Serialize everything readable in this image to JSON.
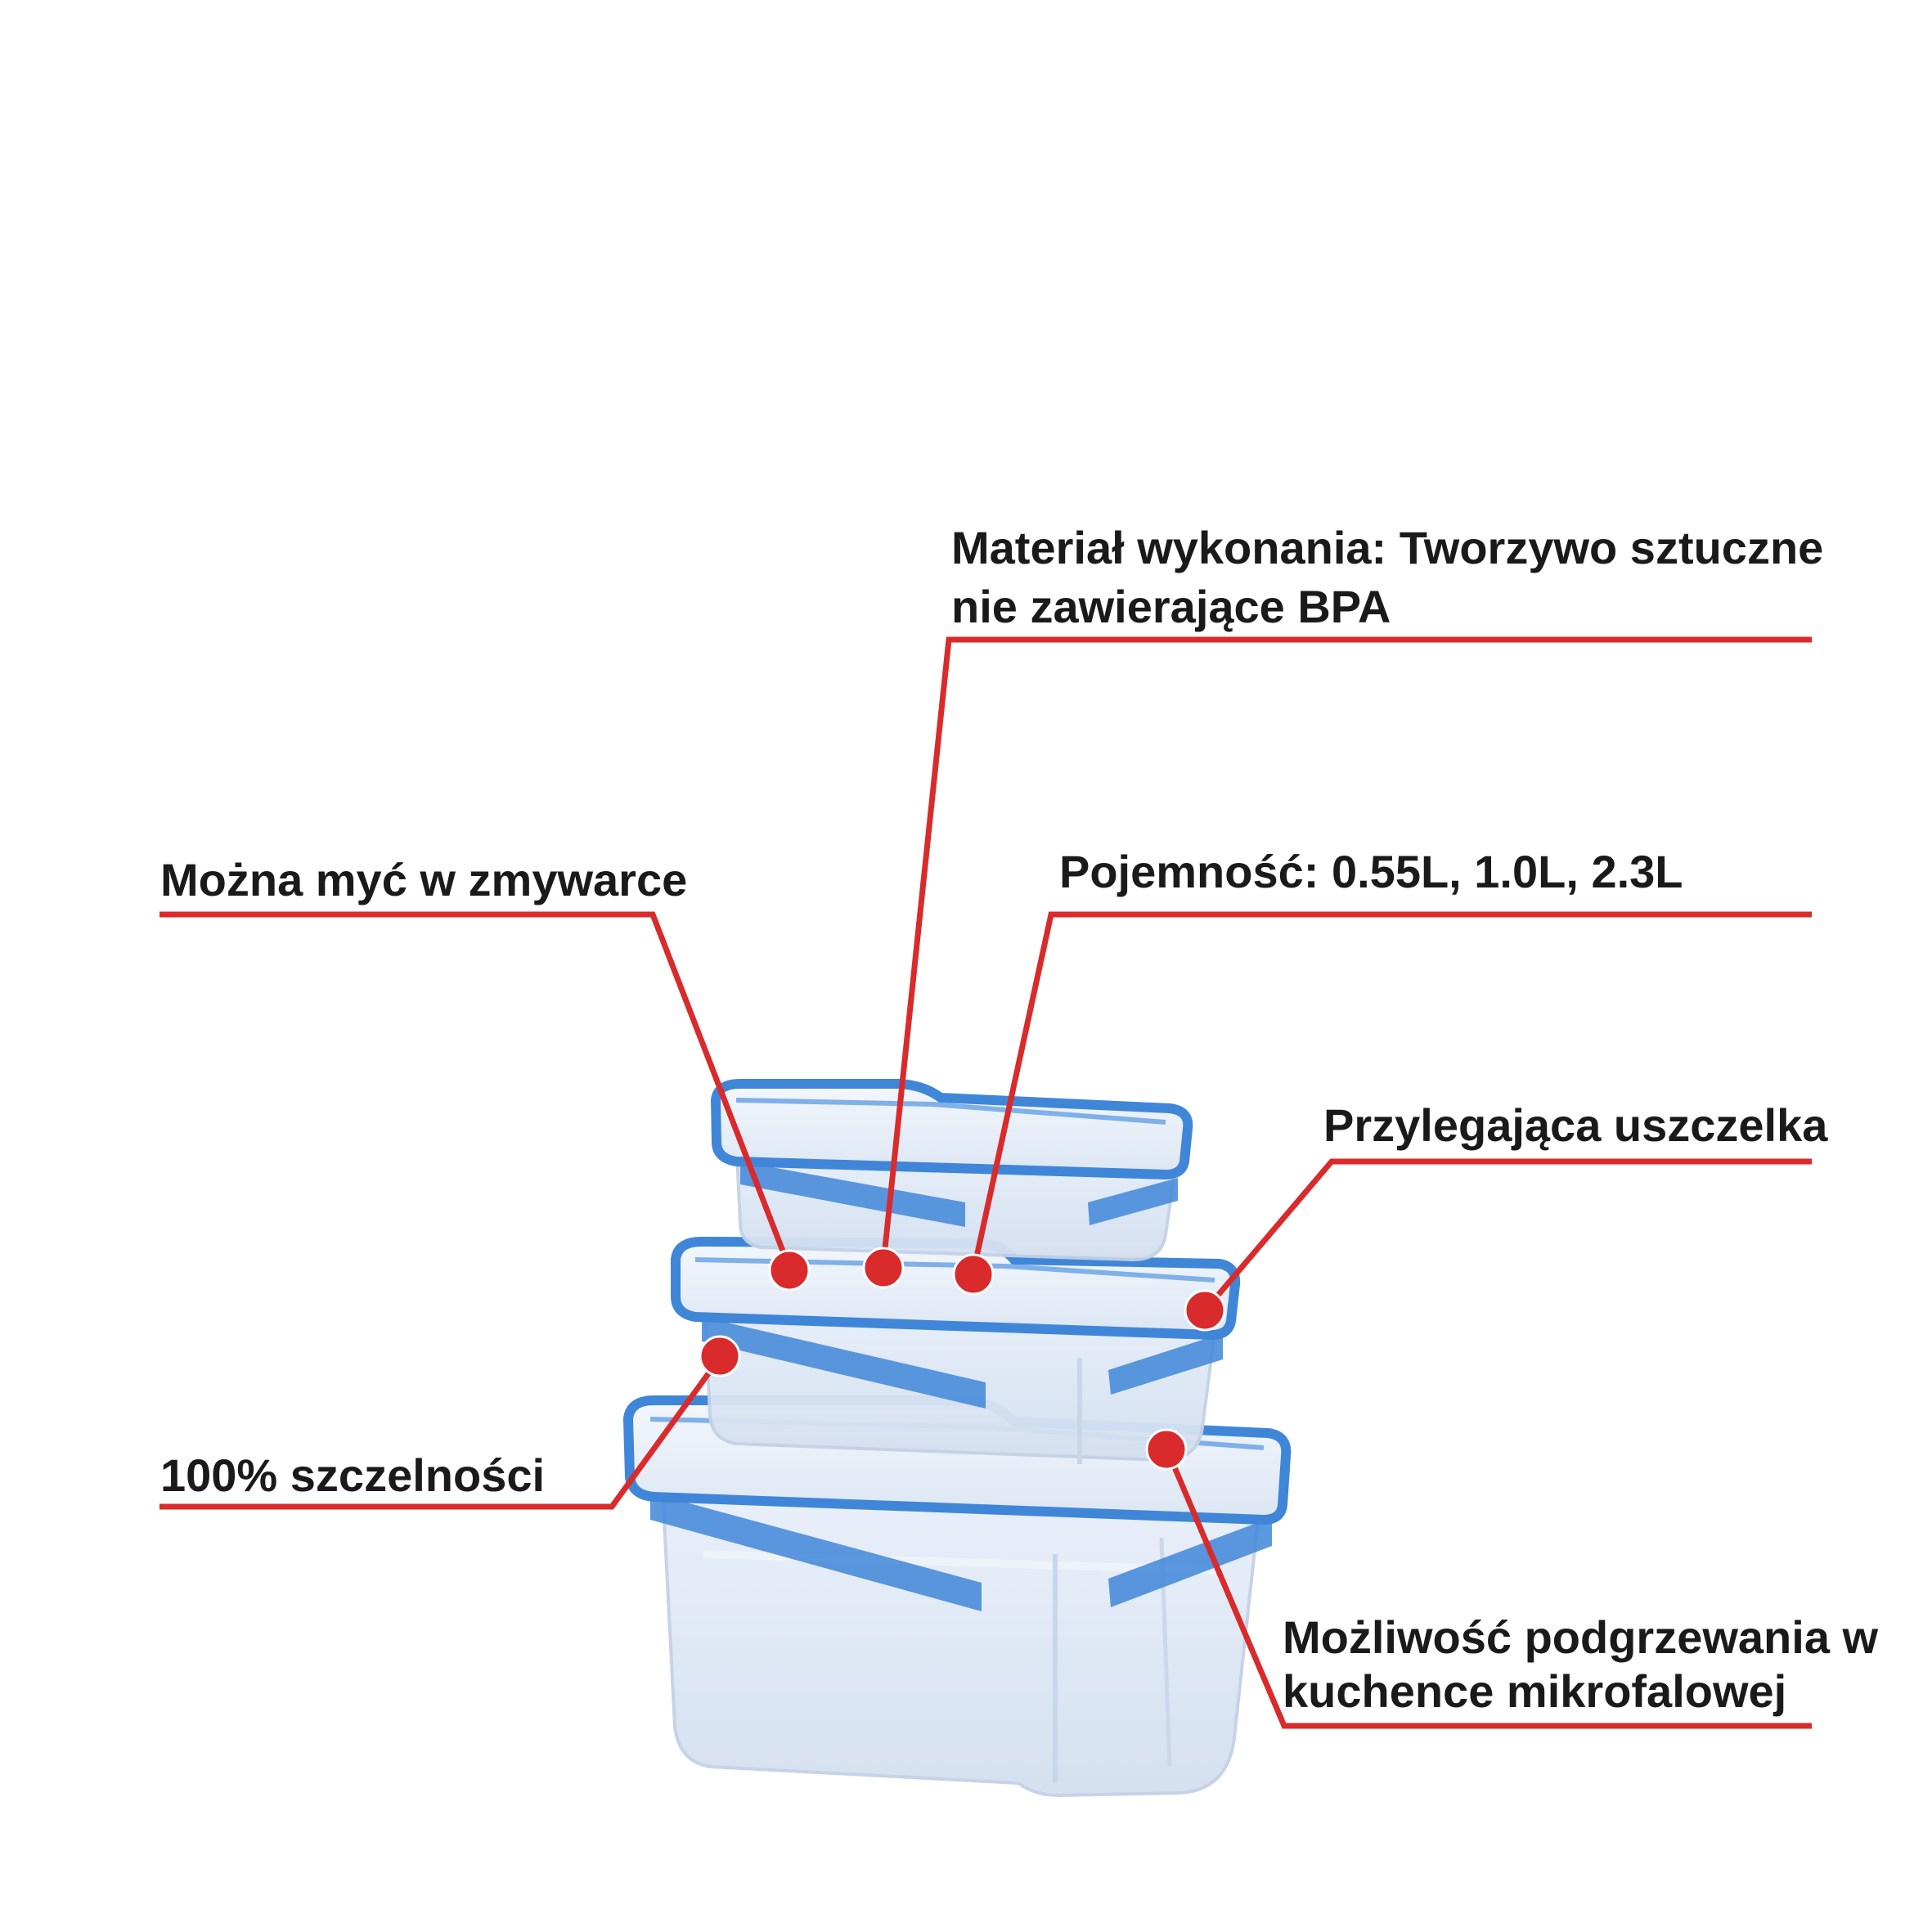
{
  "colors": {
    "callout": "#d92b2b",
    "lid_blue": "#3f86d8",
    "lid_blue_light": "#7fb0ea",
    "plastic": "#dfe8f5",
    "plastic_edge": "#b9c9e0",
    "background": "#ffffff",
    "text": "#1a1a1a"
  },
  "callouts": {
    "material": {
      "line1": "Materiał wykonania: Tworzywo sztuczne",
      "line2": "nie zawierające BPA"
    },
    "dishwasher": {
      "text": "Można myć w zmywarce"
    },
    "capacity": {
      "text": "Pojemność: 0.55L, 1.0L, 2.3L"
    },
    "seal": {
      "text": "Przylegająca uszczelka"
    },
    "tightness": {
      "text": "100% szczelności"
    },
    "microwave": {
      "line1": "Możliwość podgrzewania w",
      "line2": "kuchence mikrofalowej"
    }
  },
  "product": {
    "icon": "food-container-set-icon"
  }
}
